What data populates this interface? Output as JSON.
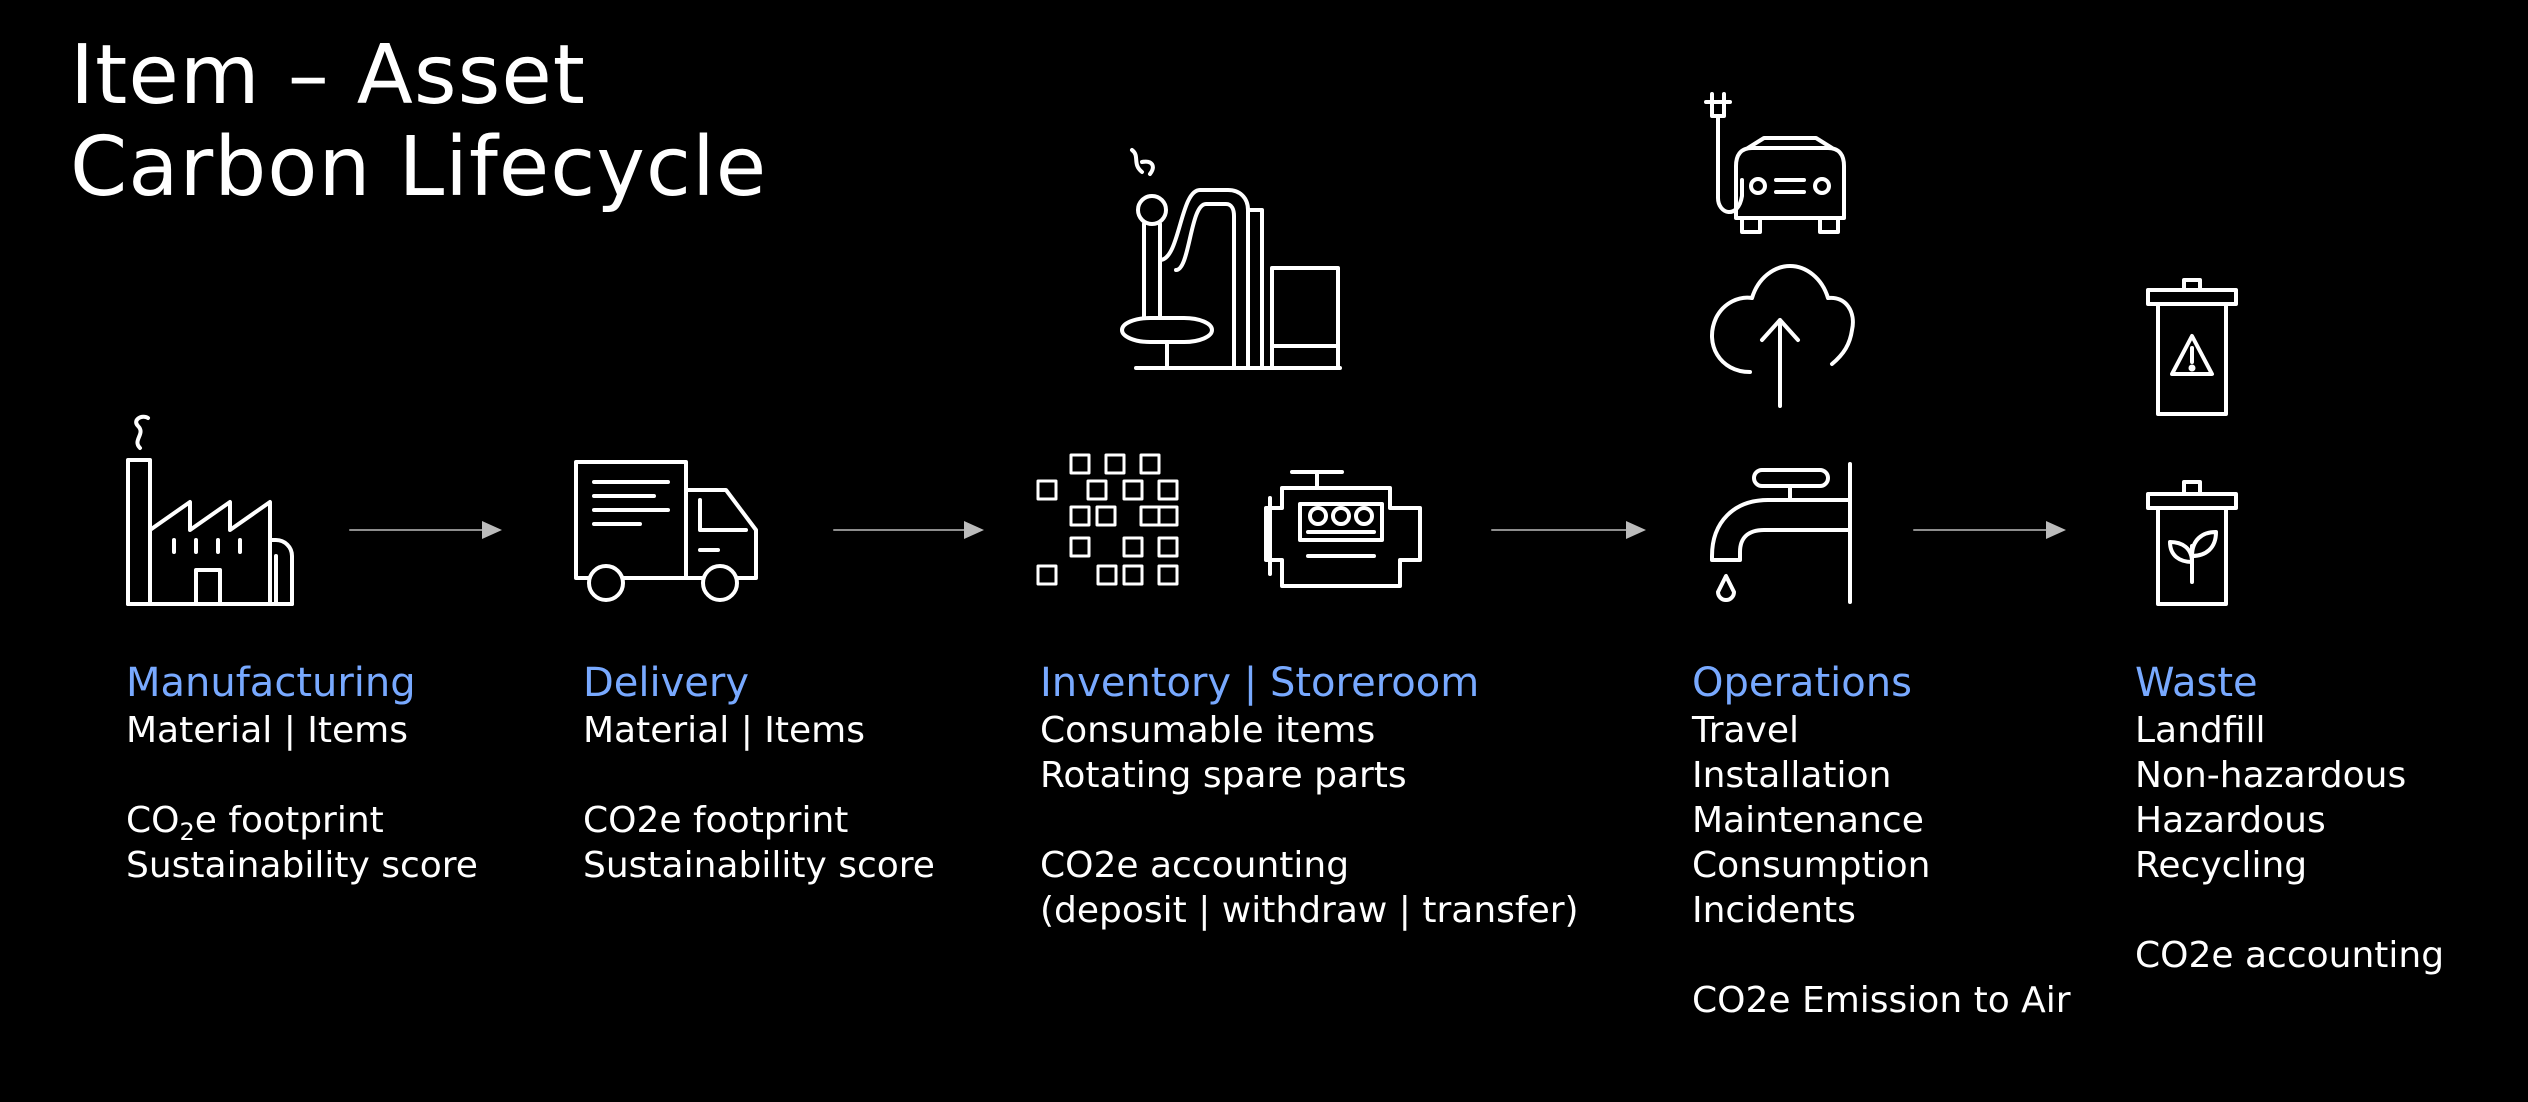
{
  "title": {
    "line1": "Item – Asset",
    "line2": "Carbon Lifecycle"
  },
  "stages": [
    {
      "heading": "Manufacturing",
      "lines": [
        "Material | Items"
      ],
      "extra": {
        "co": "CO",
        "sub": "2",
        "rest": "e footprint"
      },
      "lines2": [
        "Sustainability score"
      ]
    },
    {
      "heading": "Delivery",
      "lines": [
        "Material | Items"
      ],
      "lines2": [
        "CO2e footprint",
        "Sustainability score"
      ]
    },
    {
      "heading": "Inventory | Storeroom",
      "lines": [
        "Consumable items",
        "Rotating spare parts"
      ],
      "lines2": [
        "CO2e accounting",
        "(deposit | withdraw | transfer)"
      ]
    },
    {
      "heading": "Operations",
      "lines": [
        "Travel",
        "Installation",
        "Maintenance",
        "Consumption",
        "Incidents"
      ],
      "lines2": [
        "CO2e Emission to Air"
      ]
    },
    {
      "heading": "Waste",
      "lines": [
        "Landfill",
        "Non-hazardous",
        "Hazardous",
        "Recycling"
      ],
      "lines2": [
        "CO2e accounting"
      ]
    }
  ],
  "colors": {
    "background": "#000000",
    "heading": "#78a9ff",
    "text": "#ffffff",
    "arrow": "#8d8d8d"
  },
  "icons": [
    "factory-icon",
    "delivery-truck-icon",
    "refinery-icon",
    "inventory-grid-icon",
    "engine-icon",
    "electric-car-icon",
    "cloud-upload-icon",
    "water-faucet-icon",
    "hazardous-waste-bin-icon",
    "compost-bin-icon"
  ]
}
